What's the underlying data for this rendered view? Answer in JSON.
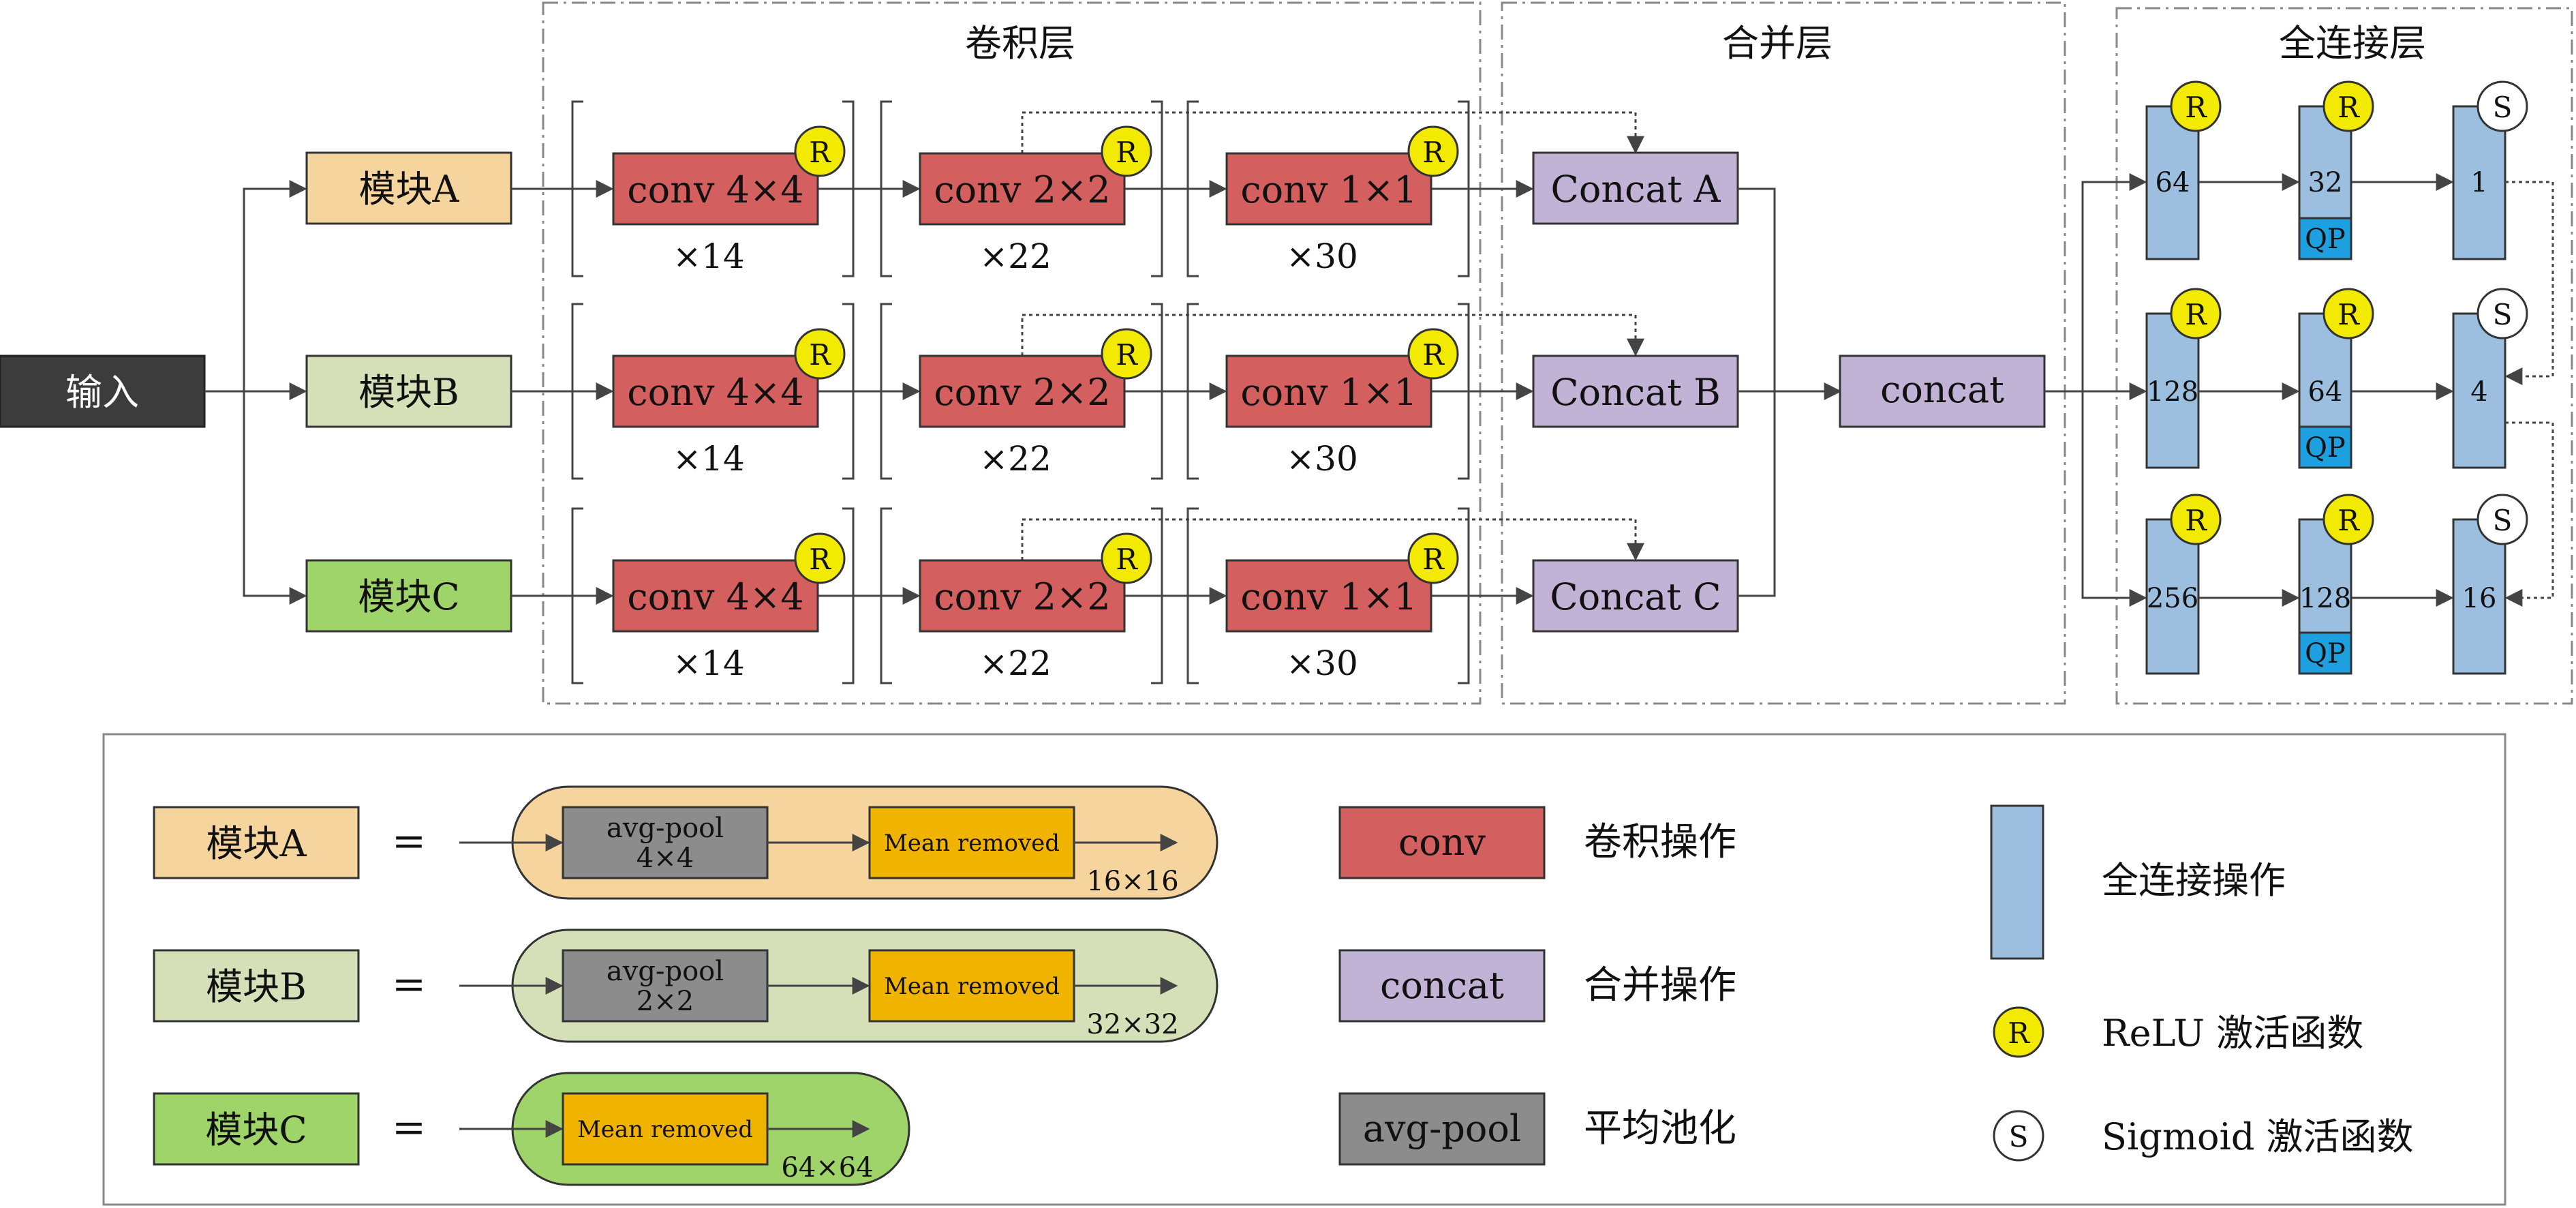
{
  "input": {
    "label": "输入"
  },
  "modules": [
    {
      "id": "a",
      "label": "模块A",
      "color": "#f5d49e"
    },
    {
      "id": "b",
      "label": "模块B",
      "color": "#d6e0b8"
    },
    {
      "id": "c",
      "label": "模块C",
      "color": "#9fd46a"
    }
  ],
  "sections": {
    "conv": "卷积层",
    "merge": "合并层",
    "fc": "全连接层"
  },
  "conv_blocks": [
    {
      "label": "conv 4×4",
      "repeat": "×14"
    },
    {
      "label": "conv 2×2",
      "repeat": "×22"
    },
    {
      "label": "conv 1×1",
      "repeat": "×30"
    }
  ],
  "concat_blocks": [
    "Concat A",
    "Concat B",
    "Concat C"
  ],
  "final_concat": "concat",
  "relu_symbol": "R",
  "sigmoid_symbol": "S",
  "qp_label": "QP",
  "fc_rows": [
    [
      "64",
      "32",
      "1"
    ],
    [
      "128",
      "64",
      "4"
    ],
    [
      "256",
      "128",
      "16"
    ]
  ],
  "legend": {
    "equals": "=",
    "module_rows": [
      {
        "label": "模块A",
        "pool": [
          "avg-pool",
          "4×4"
        ],
        "mean": "Mean removed",
        "size": "16×16"
      },
      {
        "label": "模块B",
        "pool": [
          "avg-pool",
          "2×2"
        ],
        "mean": "Mean removed",
        "size": "32×32"
      },
      {
        "label": "模块C",
        "pool": [],
        "mean": "Mean removed",
        "size": "64×64"
      }
    ],
    "ops": [
      {
        "sample": "conv",
        "desc": "卷积操作",
        "color": "#d45f5f"
      },
      {
        "sample": "concat",
        "desc": "合并操作",
        "color": "#c0b3d6"
      },
      {
        "sample": "avg-pool",
        "desc": "平均池化",
        "color": "#8c8c8c"
      }
    ],
    "fc_desc": "全连接操作",
    "relu_desc": "ReLU 激活函数",
    "sigmoid_desc": "Sigmoid 激活函数"
  },
  "colors": {
    "input": "#3c3c3c",
    "conv": "#d45f5f",
    "concat": "#c0b3d6",
    "fc": "#9dbfdf",
    "qp": "#1ea0e0",
    "relu": "#f2ea00",
    "pool": "#8c8c8c",
    "mean": "#f0b400"
  }
}
